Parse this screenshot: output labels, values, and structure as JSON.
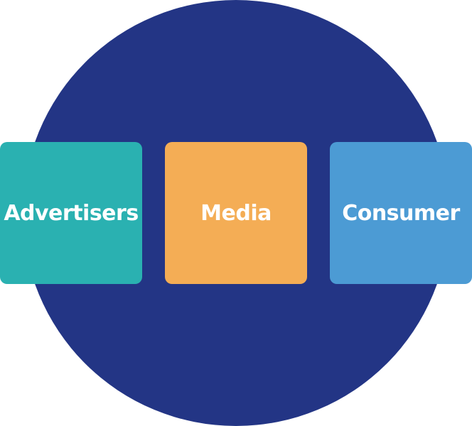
{
  "colors": {
    "circle": "#233585",
    "text": "#ffffff"
  },
  "boxes": [
    {
      "label": "Advertisers",
      "color": "#2AB1B1"
    },
    {
      "label": "Media",
      "color": "#F4AD55"
    },
    {
      "label": "Consumer",
      "color": "#4C9BD4"
    }
  ]
}
